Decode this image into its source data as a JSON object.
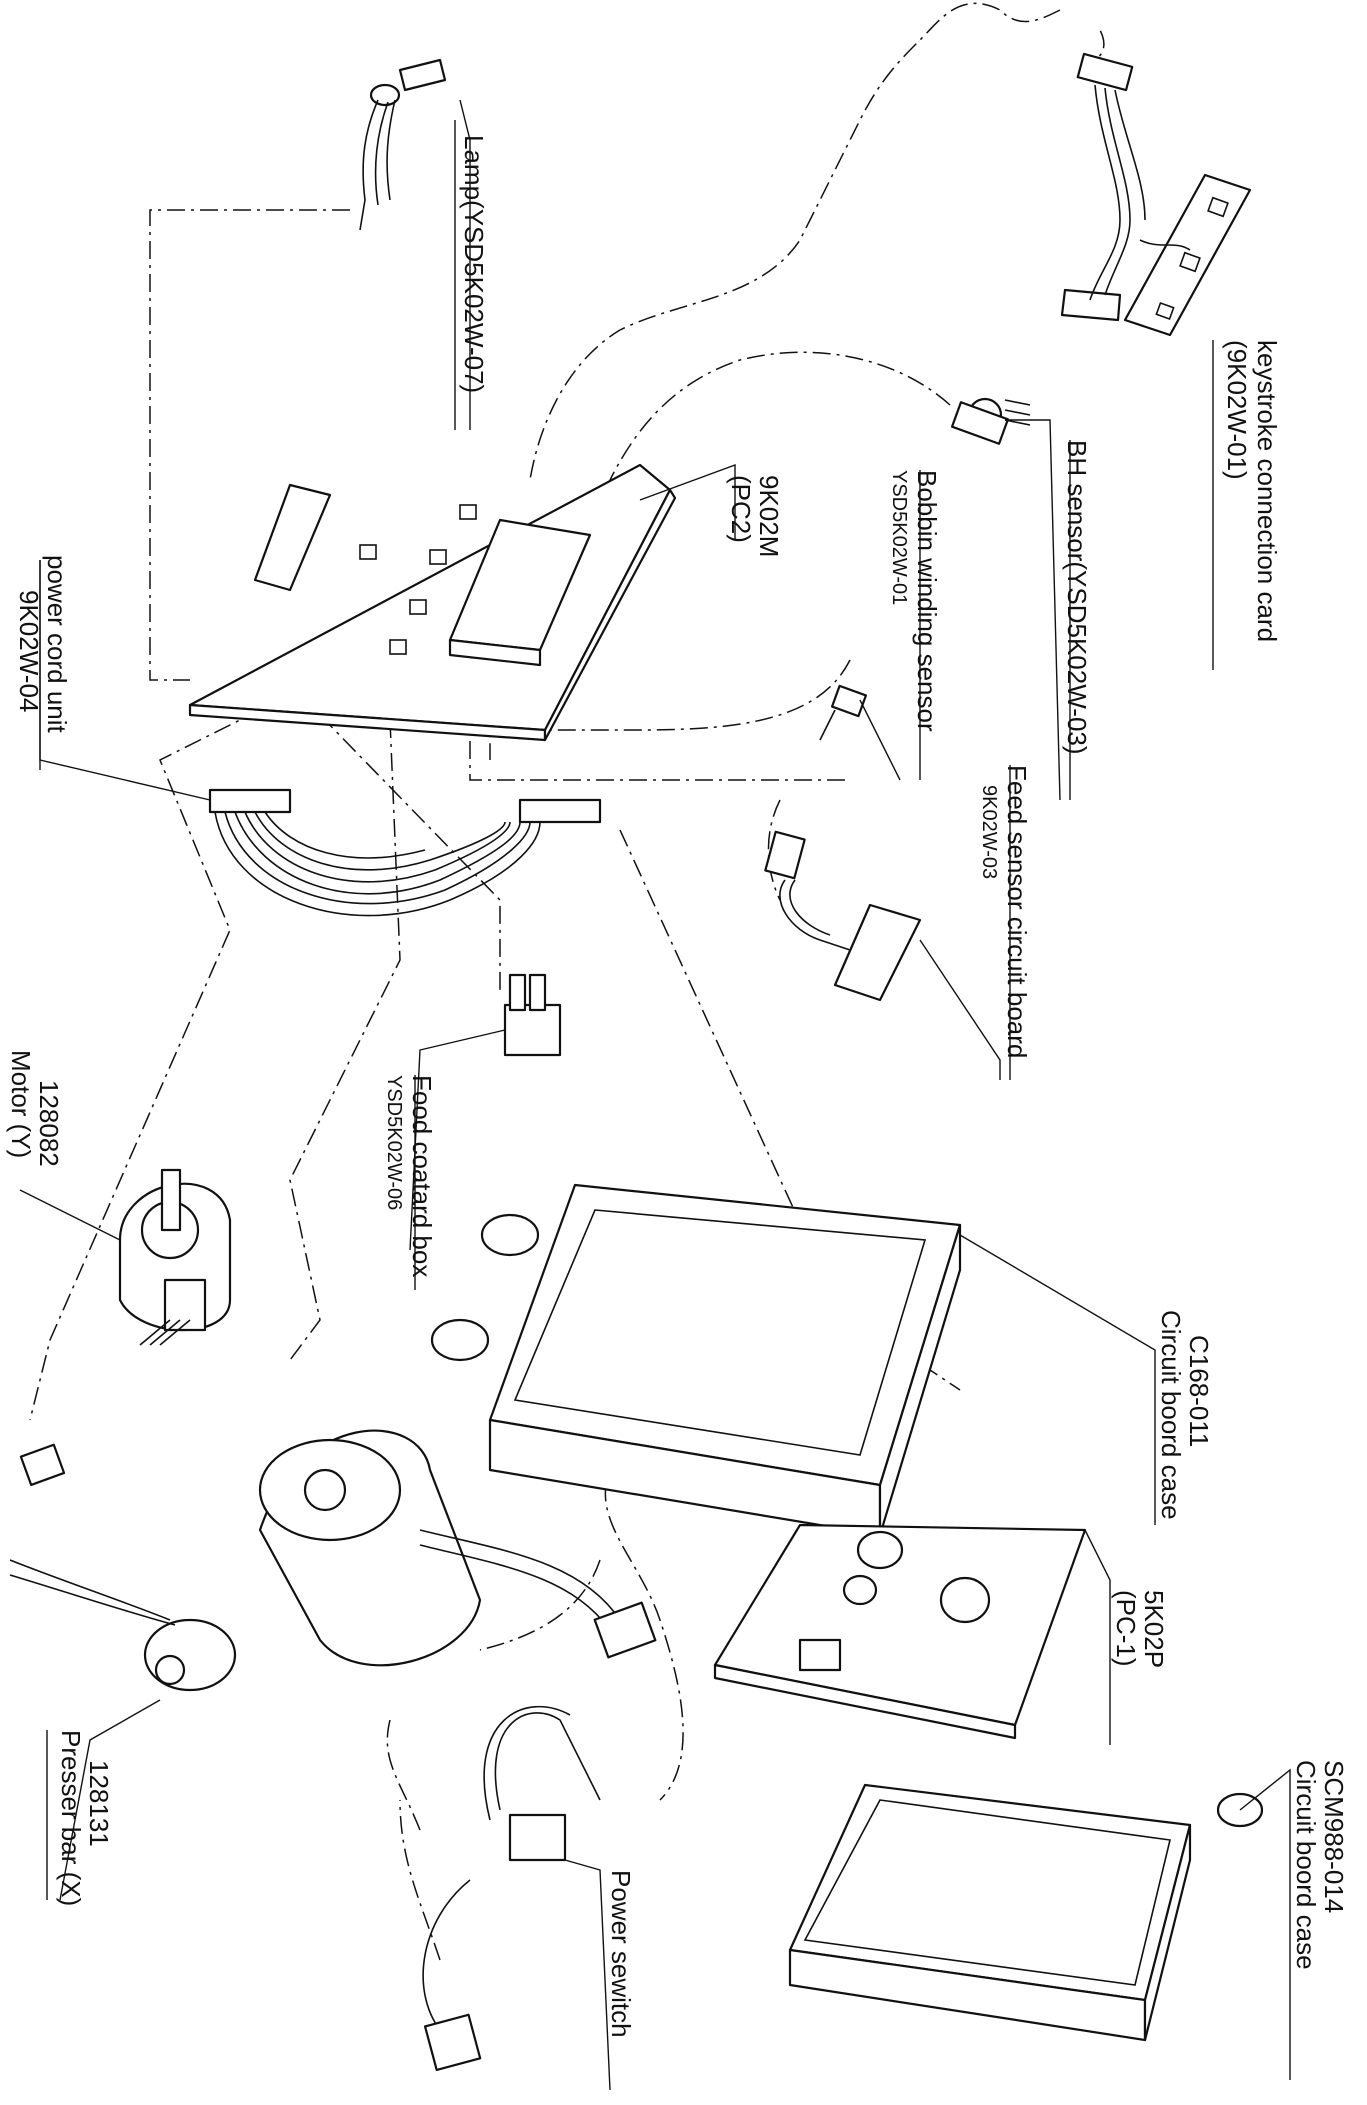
{
  "labels": {
    "keystroke_card": "keystroke connection card",
    "keystroke_card_code": "(9K02W-01)",
    "lamp": "Lamp(YSD5K02W-07)",
    "bh_sensor": "BH sensor(YSD5K02W-03)",
    "pc2_code": "9K02M",
    "pc2_sub": "(PC2)",
    "bobbin_sensor": "Bobbin winding sensor",
    "bobbin_sensor_code": "YSD5K02W-01",
    "power_cord": "power cord unit",
    "power_cord_code": "9K02W-04",
    "feed_sensor_board": "Feed sensor circuit board",
    "feed_sensor_board_code": "9K02W-03",
    "foot_box": "Food coatard box",
    "foot_box_code": "YSD5K02W-06",
    "motor_y_code": "128082",
    "motor_y": "Motor (Y)",
    "case_c168_code": "C168-011",
    "case_c168": "Circuit boord case",
    "pc1_code": "5K02P",
    "pc1_sub": "(PC-1)",
    "presser_code": "128131",
    "presser": "Presser bar (X)",
    "case_scm_code": "SCM988-014",
    "case_scm": "Circuit boord case",
    "power_switch": "Power sewitch"
  }
}
